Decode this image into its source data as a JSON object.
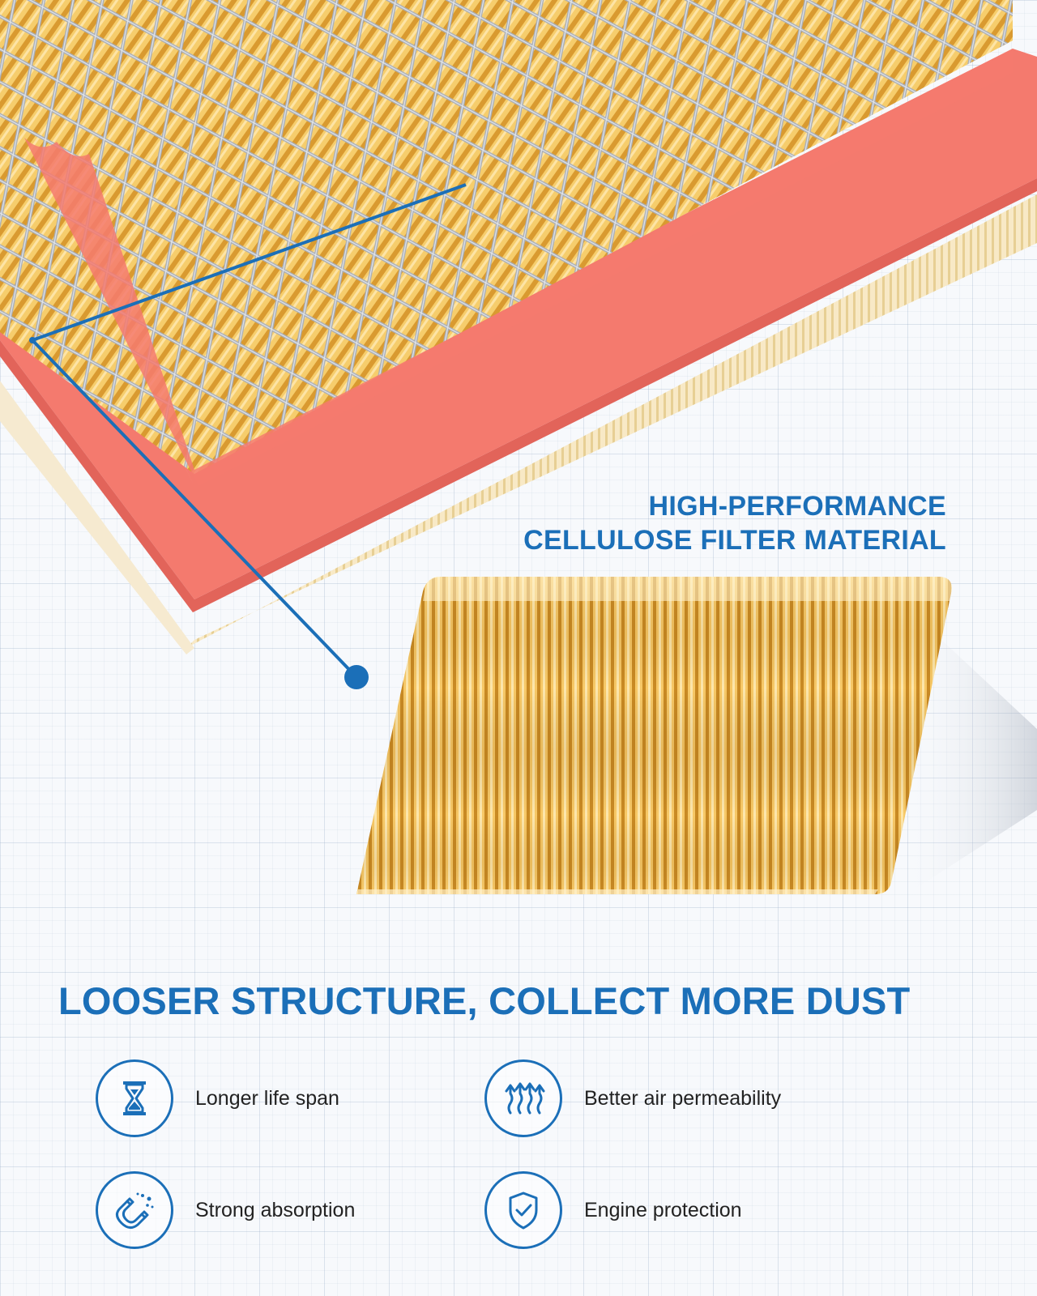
{
  "callout": {
    "line1": "HIGH-PERFORMANCE",
    "line2": "CELLULOSE FILTER MATERIAL"
  },
  "headline": "LOOSER STRUCTURE, COLLECT MORE DUST",
  "features": [
    {
      "label": "Longer life span",
      "icon": "hourglass-icon"
    },
    {
      "label": "Better air permeability",
      "icon": "airflow-arrows-icon"
    },
    {
      "label": "Strong absorption",
      "icon": "magnet-icon"
    },
    {
      "label": "Engine protection",
      "icon": "shield-check-icon"
    }
  ],
  "colors": {
    "accent": "#1b6fb8",
    "frame": "#f47a6e",
    "media": "#f3c46a",
    "background": "#f7f9fc"
  }
}
